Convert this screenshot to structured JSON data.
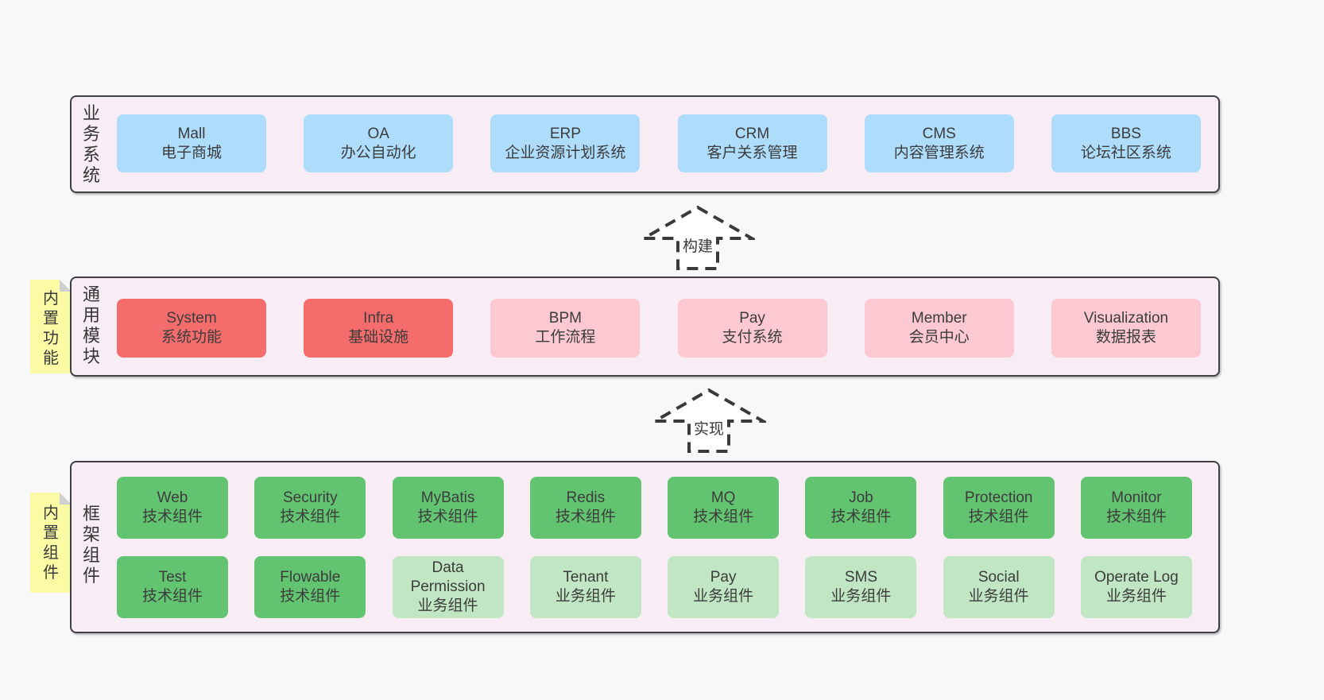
{
  "colors": {
    "page_bg": "#f8f8f8",
    "panel_bg": "#f8edf5",
    "panel_border": "#403f45",
    "blue": "#aedcfb",
    "red": "#f56c6c",
    "pink": "#fcc8d1",
    "green_dark": "#62c471",
    "green_light": "#c0e6c3",
    "note_yellow": "#fbfba6",
    "note_fold": "#cfcfcf",
    "text": "#3c3c3c"
  },
  "business": {
    "label": "业务系统",
    "items": [
      {
        "en": "Mall",
        "zh": "电子商城"
      },
      {
        "en": "OA",
        "zh": "办公自动化"
      },
      {
        "en": "ERP",
        "zh": "企业资源计划系统"
      },
      {
        "en": "CRM",
        "zh": "客户关系管理"
      },
      {
        "en": "CMS",
        "zh": "内容管理系统"
      },
      {
        "en": "BBS",
        "zh": "论坛社区系统"
      }
    ]
  },
  "arrows": {
    "build": "构建",
    "implement": "实现"
  },
  "modules": {
    "label": "通用模块",
    "note": "内置功能",
    "items": [
      {
        "en": "System",
        "zh": "系统功能"
      },
      {
        "en": "Infra",
        "zh": "基础设施"
      },
      {
        "en": "BPM",
        "zh": "工作流程"
      },
      {
        "en": "Pay",
        "zh": "支付系统"
      },
      {
        "en": "Member",
        "zh": "会员中心"
      },
      {
        "en": "Visualization",
        "zh": "数据报表"
      }
    ]
  },
  "components": {
    "label": "框架组件",
    "note": "内置组件",
    "row1": [
      {
        "en": "Web",
        "zh": "技术组件"
      },
      {
        "en": "Security",
        "zh": "技术组件"
      },
      {
        "en": "MyBatis",
        "zh": "技术组件"
      },
      {
        "en": "Redis",
        "zh": "技术组件"
      },
      {
        "en": "MQ",
        "zh": "技术组件"
      },
      {
        "en": "Job",
        "zh": "技术组件"
      },
      {
        "en": "Protection",
        "zh": "技术组件"
      },
      {
        "en": "Monitor",
        "zh": "技术组件"
      }
    ],
    "row2": [
      {
        "en": "Test",
        "zh": "技术组件"
      },
      {
        "en": "Flowable",
        "zh": "技术组件"
      },
      {
        "en": "Data Permission",
        "zh": "业务组件"
      },
      {
        "en": "Tenant",
        "zh": "业务组件"
      },
      {
        "en": "Pay",
        "zh": "业务组件"
      },
      {
        "en": "SMS",
        "zh": "业务组件"
      },
      {
        "en": "Social",
        "zh": "业务组件"
      },
      {
        "en": "Operate Log",
        "zh": "业务组件"
      }
    ]
  }
}
